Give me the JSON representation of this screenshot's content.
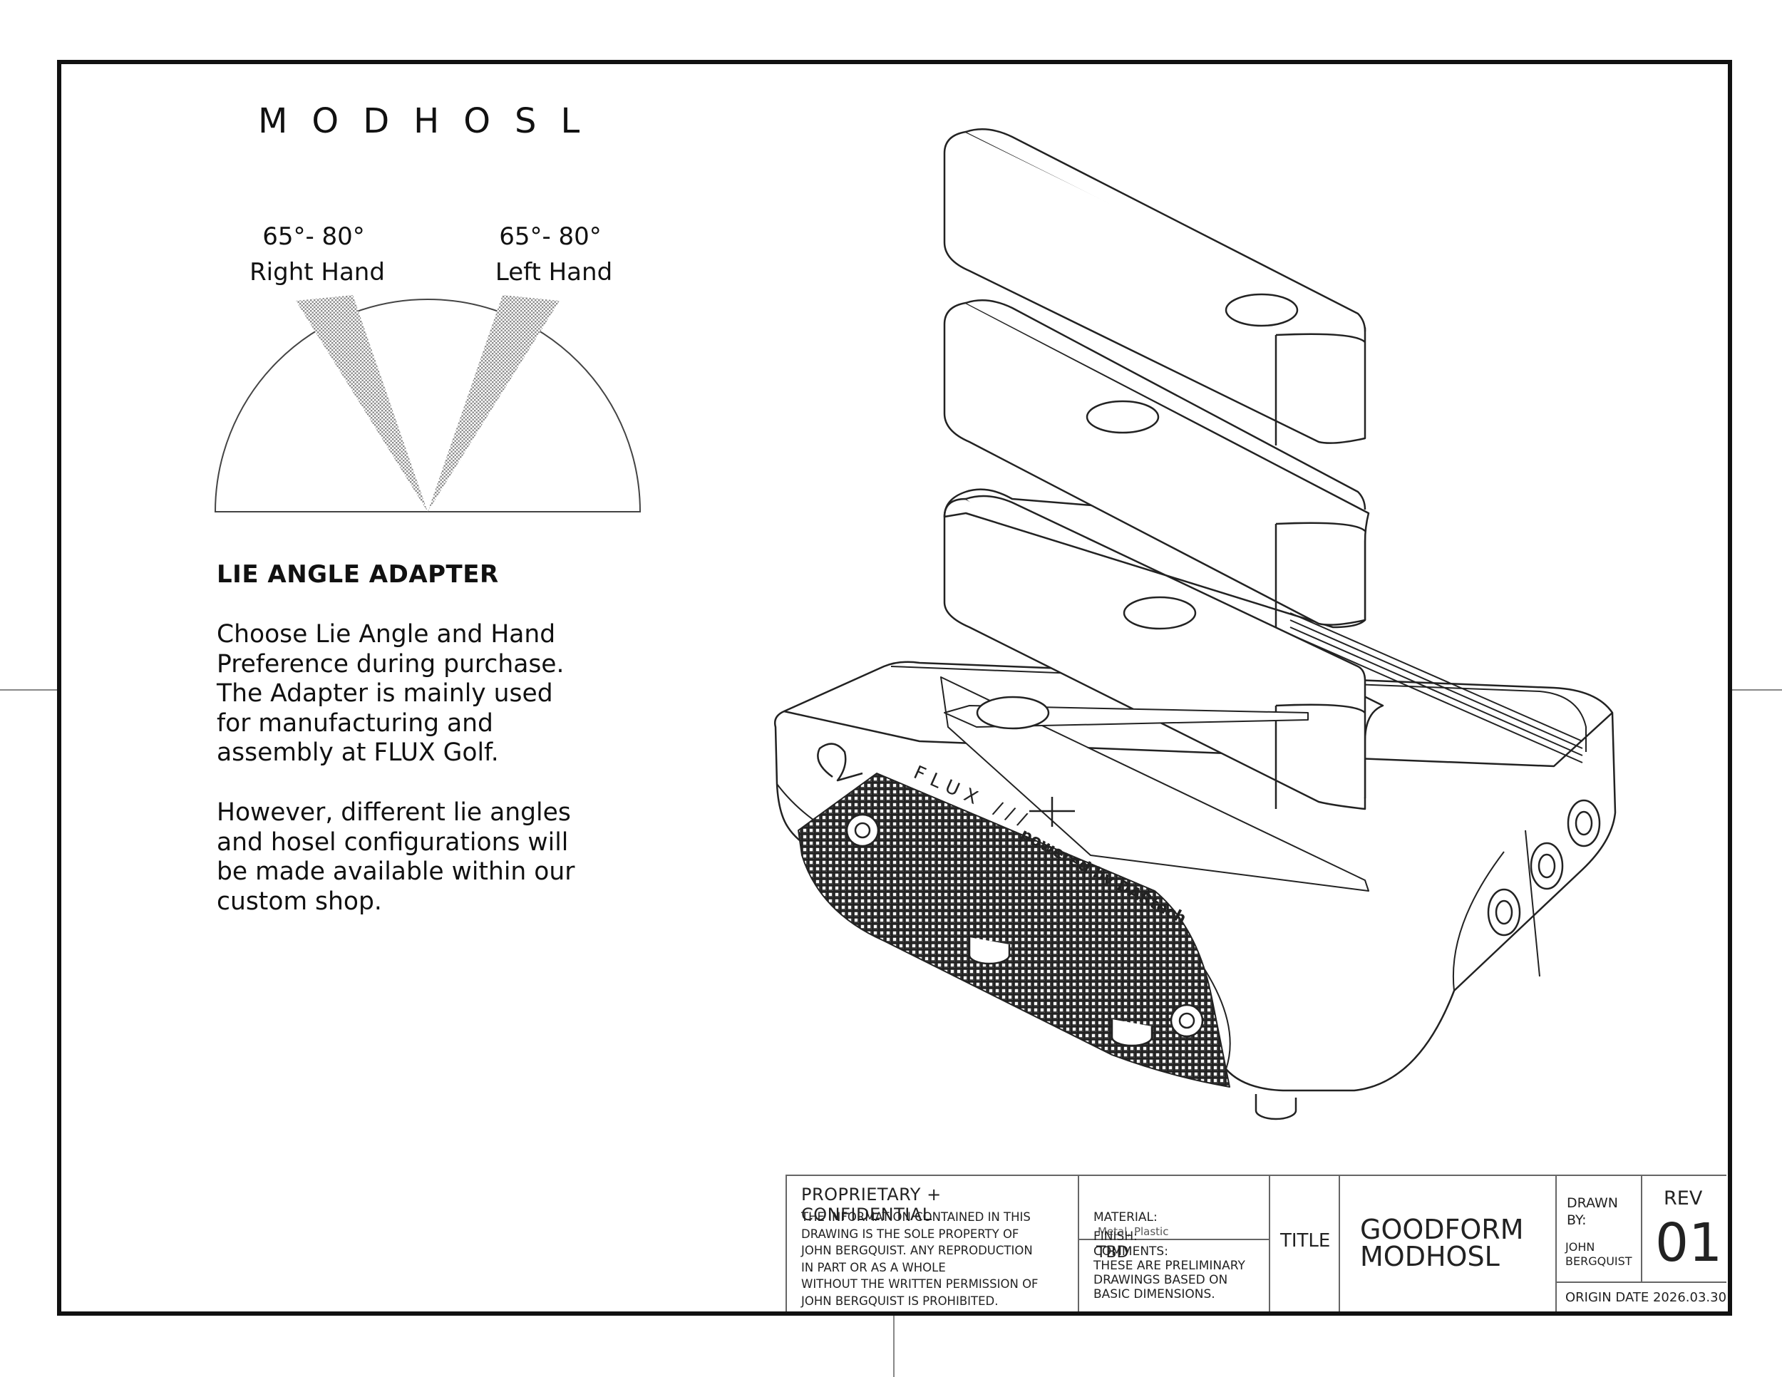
{
  "brand": "MODHOSL",
  "angles": {
    "right": {
      "range": "65°- 80°",
      "label": "Right Hand"
    },
    "left": {
      "range": "65°- 80°",
      "label": "Left Hand"
    }
  },
  "section": {
    "heading": "LIE ANGLE ADAPTER",
    "para1": "Choose Lie Angle and Hand\nPreference during purchase.\nThe Adapter is mainly used\nfor manufacturing and\nassembly at FLUX Golf.",
    "para2": "However, different lie angles\nand hosel configurations will\nbe made available within our\ncustom shop."
  },
  "product_marks": {
    "logo_text": "FLUX ///",
    "powered": "powered by DARtech"
  },
  "title_block": {
    "proprietary_heading": "PROPRIETARY + CONFIDENTIAL",
    "proprietary_body": "THE INFORMATION CONTAINED IN THIS\nDRAWING IS THE SOLE PROPERTY OF\nJOHN BERGQUIST.  ANY REPRODUCTION\nIN PART OR AS A WHOLE\nWITHOUT THE WRITTEN PERMISSION OF\nJOHN BERGQUIST IS PROHIBITED.",
    "material_label": "MATERIAL:",
    "material_value": "Metal, Plastic",
    "finish_label": "FINISH:",
    "finish_value": "TBD",
    "comments": "COMMENTS:\nTHESE ARE PRELIMINARY\nDRAWINGS BASED ON\nBASIC DIMENSIONS.",
    "title_label": "TITLE",
    "title_value": "GOODFORM\nMODHOSL",
    "drawn_by_label": "DRAWN\nBY:",
    "drawn_by_value": "JOHN\nBERGQUIST",
    "rev_label": "REV",
    "rev_value": "01",
    "origin_date": "ORIGIN DATE 2026.03.30"
  }
}
